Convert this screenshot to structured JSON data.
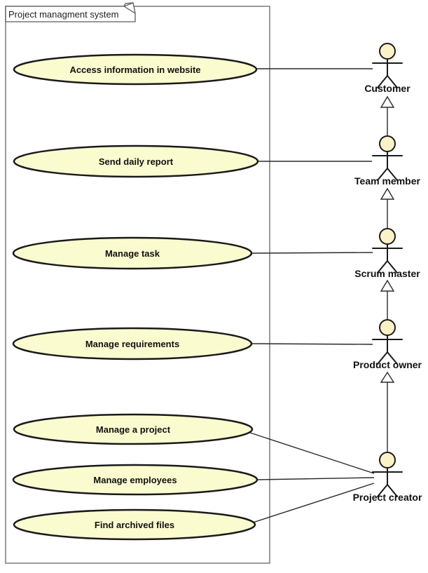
{
  "diagram": {
    "type": "uml-use-case-diagram",
    "system": {
      "title": "Project managment system"
    },
    "use_cases": [
      {
        "label": "Access information in website"
      },
      {
        "label": "Send daily report"
      },
      {
        "label": "Manage task"
      },
      {
        "label": "Manage requirements"
      },
      {
        "label": "Manage a project"
      },
      {
        "label": "Manage employees"
      },
      {
        "label": "Find archived files"
      }
    ],
    "actors": [
      {
        "label": "Customer"
      },
      {
        "label": "Team member"
      },
      {
        "label": "Scrum master"
      },
      {
        "label": "Product owner"
      },
      {
        "label": "Project creator"
      }
    ],
    "associations": [
      {
        "use_case": "Access information in website",
        "actor": "Customer"
      },
      {
        "use_case": "Send daily report",
        "actor": "Team member"
      },
      {
        "use_case": "Manage task",
        "actor": "Scrum master"
      },
      {
        "use_case": "Manage requirements",
        "actor": "Product owner"
      },
      {
        "use_case": "Manage a project",
        "actor": "Project creator"
      },
      {
        "use_case": "Manage employees",
        "actor": "Project creator"
      },
      {
        "use_case": "Find archived files",
        "actor": "Project creator"
      }
    ],
    "generalizations": [
      {
        "child": "Team member",
        "parent": "Customer"
      },
      {
        "child": "Scrum master",
        "parent": "Team member"
      },
      {
        "child": "Product owner",
        "parent": "Scrum master"
      },
      {
        "child": "Project creator",
        "parent": "Product owner"
      }
    ],
    "colors": {
      "use_case_fill": "#fbfbd0",
      "actor_head_fill": "#fcf2c8",
      "line_stroke": "#1a1a1a",
      "boundary_stroke": "#7a7a7a",
      "background": "#ffffff"
    }
  }
}
